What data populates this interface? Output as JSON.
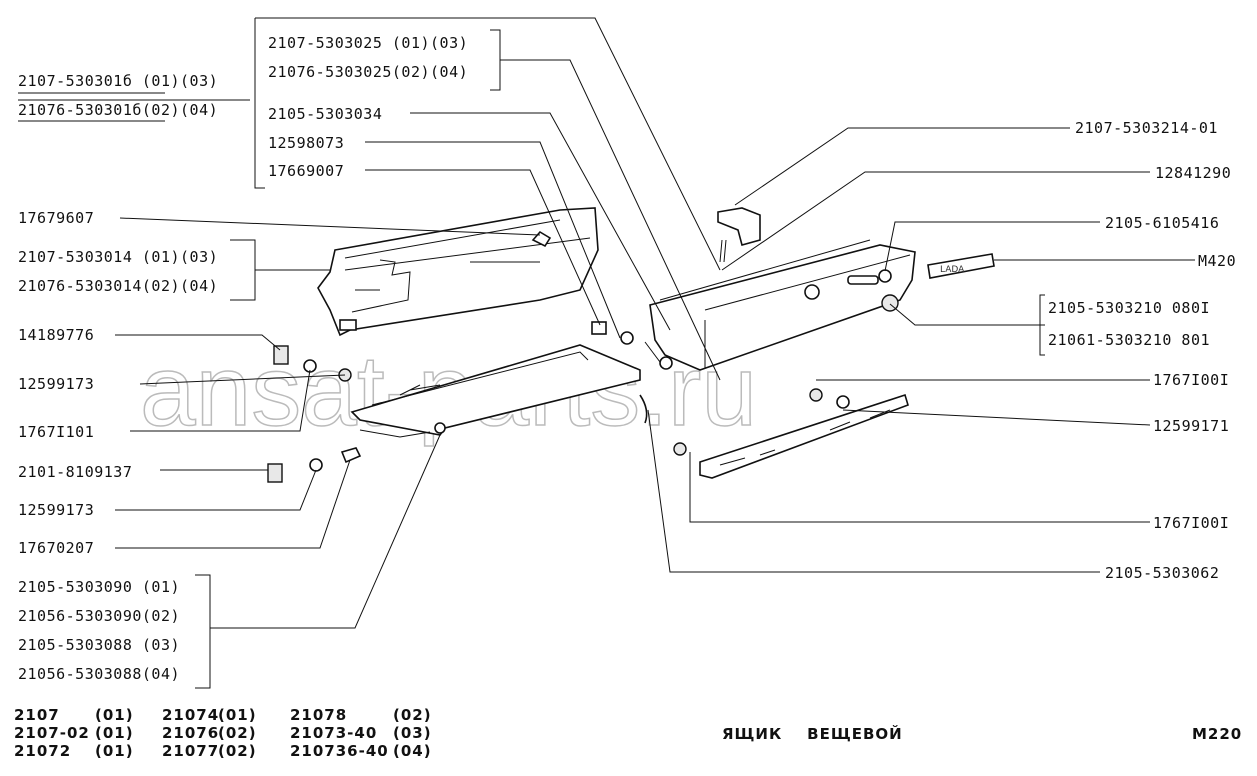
{
  "labels_left": [
    "2107-530301б (01)(03)",
    "21076-530301б(02)(04)",
    "17679607",
    "2107-5303014 (01)(03)",
    "21076-5303014(02)(04)",
    "14189776",
    "12599173",
    "1767І101",
    "2101-8109137",
    "12599173",
    "17670207",
    "2105-5303090 (01)",
    "21056-5303090(02)",
    "2105-5303088 (03)",
    "21056-5303088(04)"
  ],
  "labels_top": [
    "2107-5303025 (01)(03)",
    "21076-5303025(02)(04)",
    "2105-5303034",
    "12598073",
    "17669007"
  ],
  "labels_right": [
    "2107-5303214-01",
    "12841290",
    "2105-6105416",
    "M420",
    "2105-5303210 080І",
    "21061-5303210 801",
    "1767І00І",
    "12599171",
    "1767І00І",
    "2105-5303062"
  ],
  "models": [
    [
      "2107",
      "(01)"
    ],
    [
      "2107-02",
      "(01)"
    ],
    [
      "21072",
      "(01)"
    ],
    [
      "21074",
      "(01)"
    ],
    [
      "21076",
      "(02)"
    ],
    [
      "21077",
      "(02)"
    ],
    [
      "21078",
      "(02)"
    ],
    [
      "21073-40",
      "(03)"
    ],
    [
      "210736-40",
      "(04)"
    ]
  ],
  "caption": "ЯЩИК    ВЕЩЕВОЙ",
  "page_code": "M220",
  "watermark": "ansat-parts.ru",
  "emblem_text": "LADA"
}
